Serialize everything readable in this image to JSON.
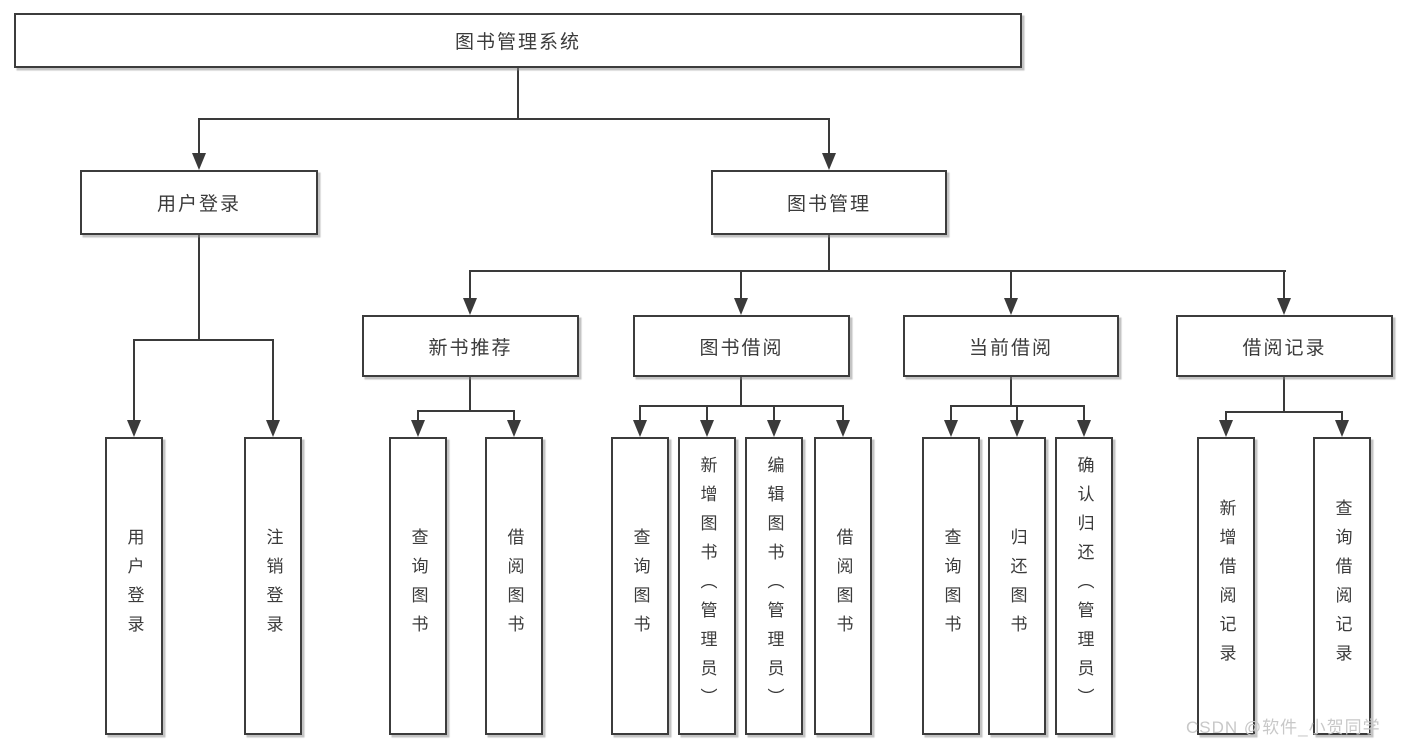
{
  "colors": {
    "line": "#3a3a3a",
    "box_border": "#3c3c3c",
    "box_fill": "#ffffff",
    "text": "#3b3b3b",
    "watermark": "#c8c8c8"
  },
  "watermark": {
    "text": "CSDN @软件_小贺同学"
  },
  "tree": {
    "label": "图书管理系统",
    "children": [
      {
        "label": "用户登录",
        "children": [
          {
            "label": "用户登录"
          },
          {
            "label": "注销登录"
          }
        ]
      },
      {
        "label": "图书管理",
        "children": [
          {
            "label": "新书推荐",
            "children": [
              {
                "label": "查询图书"
              },
              {
                "label": "借阅图书"
              }
            ]
          },
          {
            "label": "图书借阅",
            "children": [
              {
                "label": "查询图书"
              },
              {
                "label": "新增图书（管理员）"
              },
              {
                "label": "编辑图书（管理员）"
              },
              {
                "label": "借阅图书"
              }
            ]
          },
          {
            "label": "当前借阅",
            "children": [
              {
                "label": "查询图书"
              },
              {
                "label": "归还图书"
              },
              {
                "label": "确认归还（管理员）"
              }
            ]
          },
          {
            "label": "借阅记录",
            "children": [
              {
                "label": "新增借阅记录"
              },
              {
                "label": "查询借阅记录"
              }
            ]
          }
        ]
      }
    ]
  }
}
